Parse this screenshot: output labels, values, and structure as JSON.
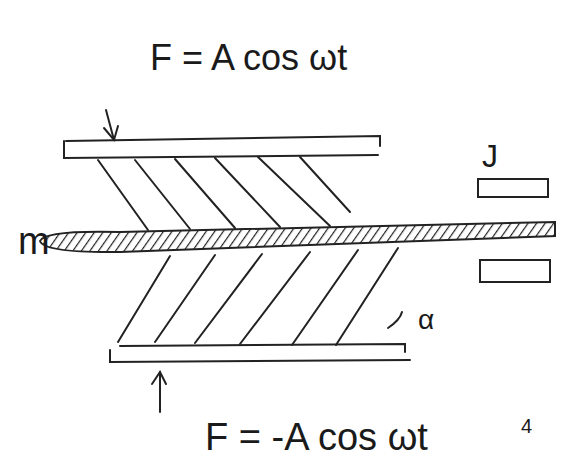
{
  "diagram": {
    "labels": [
      "F = A cos ωt",
      "m",
      "J",
      "α",
      "F = -A cos ωt",
      "4"
    ]
  }
}
